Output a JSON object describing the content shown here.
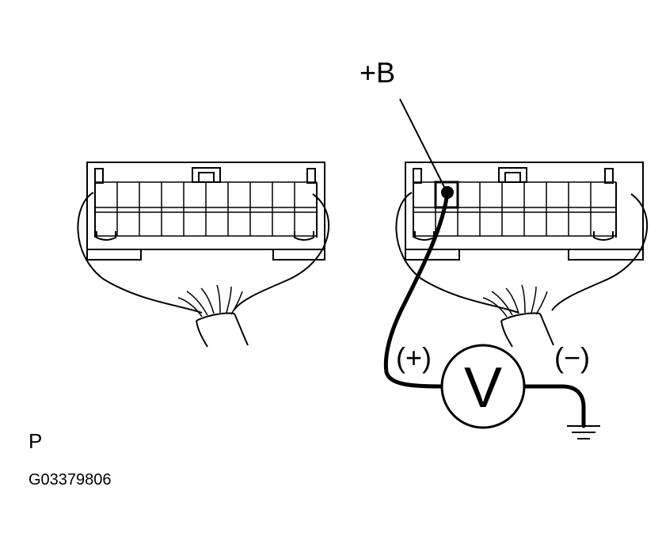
{
  "labels": {
    "terminal": "+B",
    "positive": "(+)",
    "negative": "(−)",
    "meter": "V",
    "view": "P",
    "figure_id": "G03379806"
  },
  "colors": {
    "ink": "#000000",
    "background": "#ffffff"
  }
}
